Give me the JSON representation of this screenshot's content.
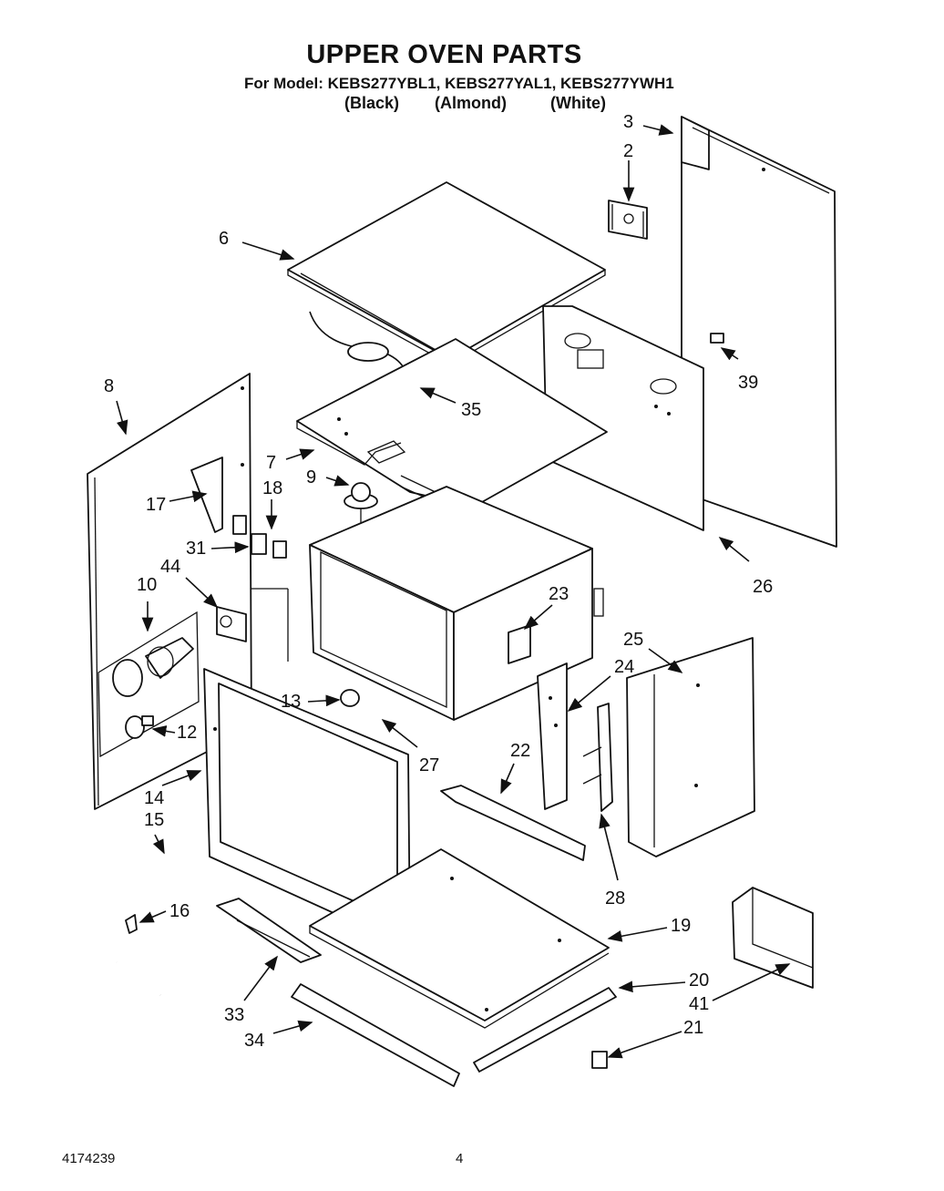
{
  "header": {
    "title": "UPPER OVEN PARTS",
    "model_line": "For Model: KEBS277YBL1, KEBS277YAL1, KEBS277YWH1",
    "variants": [
      "(Black)",
      "(Almond)",
      "(White)"
    ]
  },
  "callouts": [
    "3",
    "2",
    "6",
    "39",
    "35",
    "8",
    "7",
    "9",
    "18",
    "17",
    "31",
    "26",
    "44",
    "10",
    "23",
    "25",
    "24",
    "13",
    "12",
    "27",
    "22",
    "14",
    "15",
    "28",
    "16",
    "19",
    "20",
    "41",
    "33",
    "34",
    "21"
  ],
  "footer": {
    "doc_number": "4174239",
    "page_number": "4"
  }
}
